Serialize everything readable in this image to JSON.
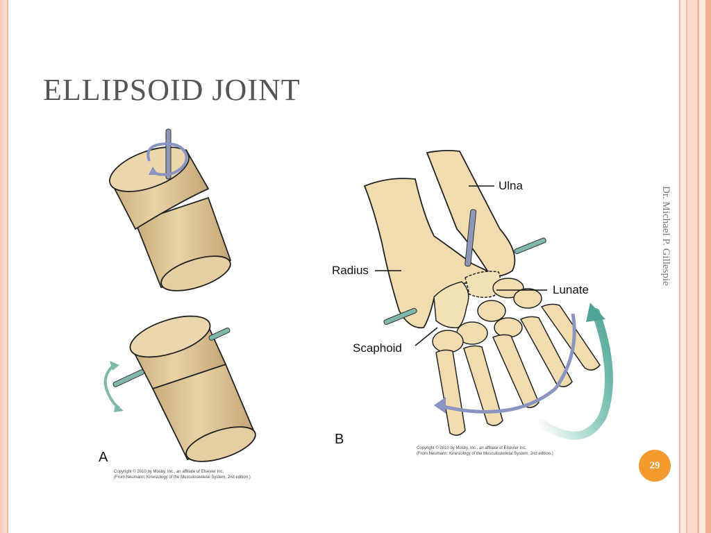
{
  "slide": {
    "title": "ELLIPSOID JOINT",
    "author": "Dr. Michael P. Gillespie",
    "page_number": "29"
  },
  "figure": {
    "panel_a_label": "A",
    "panel_b_label": "B",
    "labels": {
      "ulna": "Ulna",
      "radius": "Radius",
      "lunate": "Lunate",
      "scaphoid": "Scaphoid"
    },
    "credit_a_line1": "Copyright © 2010 by Mosby, Inc., an affiliate of Elsevier Inc.",
    "credit_a_line2": "(From Neumann: Kinesiology of the Musculoskeletal System, 2nd edition.)",
    "credit_b_line1": "Copyright © 2010 by Mosby, Inc., an affiliate of Elsevier Inc.",
    "credit_b_line2": "(From Neumann: Kinesiology of the Musculoskeletal System, 2nd edition.)"
  },
  "colors": {
    "bone_fill": "#f0dcae",
    "cylinder_fill": "#dcc394",
    "outline": "#222222",
    "rod_blue": "#8e97b5",
    "rod_teal": "#7fb8aa",
    "arrow_blue": "#8a94c0",
    "arrow_teal": "#5fada0",
    "badge": "#f29a2e"
  }
}
